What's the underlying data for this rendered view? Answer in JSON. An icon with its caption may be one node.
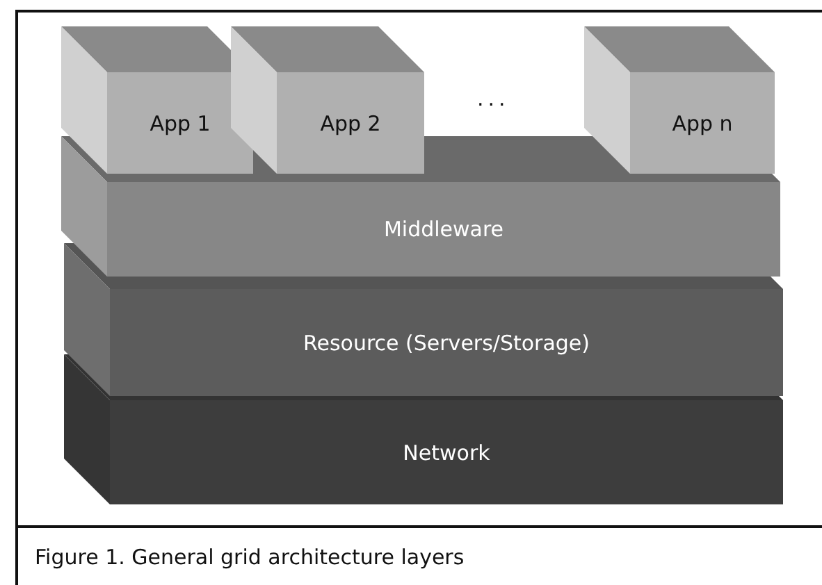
{
  "diagram": {
    "caption": "Figure 1. General grid architecture layers",
    "nodes": [
      {
        "text": [
          "App 1"
        ]
      },
      {
        "text": [
          "App 2"
        ]
      },
      {
        "text": [
          "App n"
        ]
      },
      {
        "text": [
          "Middleware"
        ]
      },
      {
        "text": [
          "Resource (Servers/Storage)"
        ]
      },
      {
        "text": [
          "Network"
        ]
      }
    ],
    "labels": [
      "..."
    ]
  }
}
